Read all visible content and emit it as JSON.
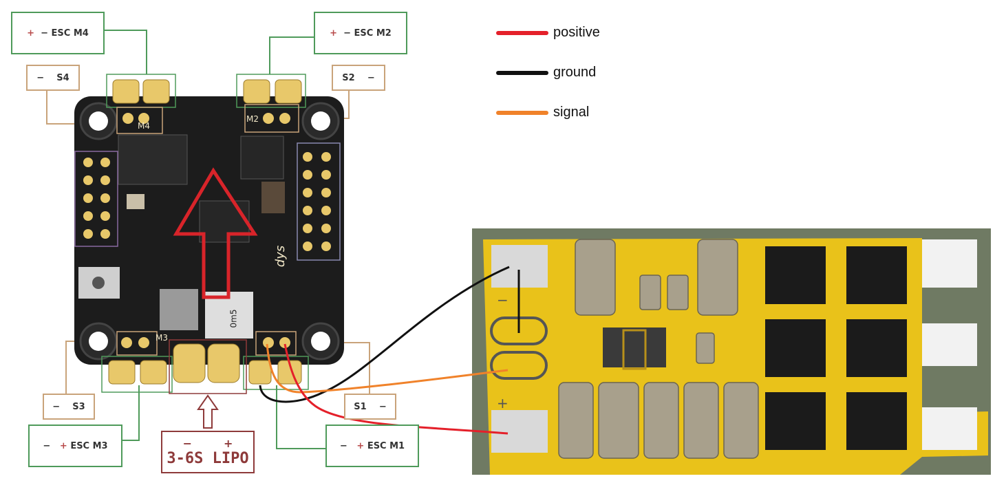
{
  "legend": {
    "positive": {
      "label": "positive",
      "color": "#e4202a"
    },
    "ground": {
      "label": "ground",
      "color": "#111111"
    },
    "signal": {
      "label": "signal",
      "color": "#f0822a"
    }
  },
  "labels": {
    "esc_m4": {
      "minus": "−",
      "plus": "+",
      "text": "ESC M4"
    },
    "esc_m2": {
      "minus": "−",
      "plus": "+",
      "text": "ESC M2"
    },
    "esc_m3": {
      "minus": "−",
      "plus": "+",
      "text": "ESC M3"
    },
    "esc_m1": {
      "minus": "−",
      "plus": "+",
      "text": "ESC M1"
    },
    "s4": {
      "minus": "−",
      "text": "S4"
    },
    "s2": {
      "minus": "−",
      "text": "S2"
    },
    "s3": {
      "minus": "−",
      "text": "S3"
    },
    "s1": {
      "minus": "−",
      "text": "S1"
    },
    "lipo": {
      "minus": "−",
      "plus": "+",
      "text": "3-6S LIPO"
    }
  },
  "board": {
    "silk_m4": "M4",
    "silk_m2": "M2",
    "silk_m3": "M3",
    "silk_brand": "dys",
    "silk_res": "0m5"
  },
  "esc_board": {
    "pad_minus": "−",
    "pad_plus": "+"
  }
}
